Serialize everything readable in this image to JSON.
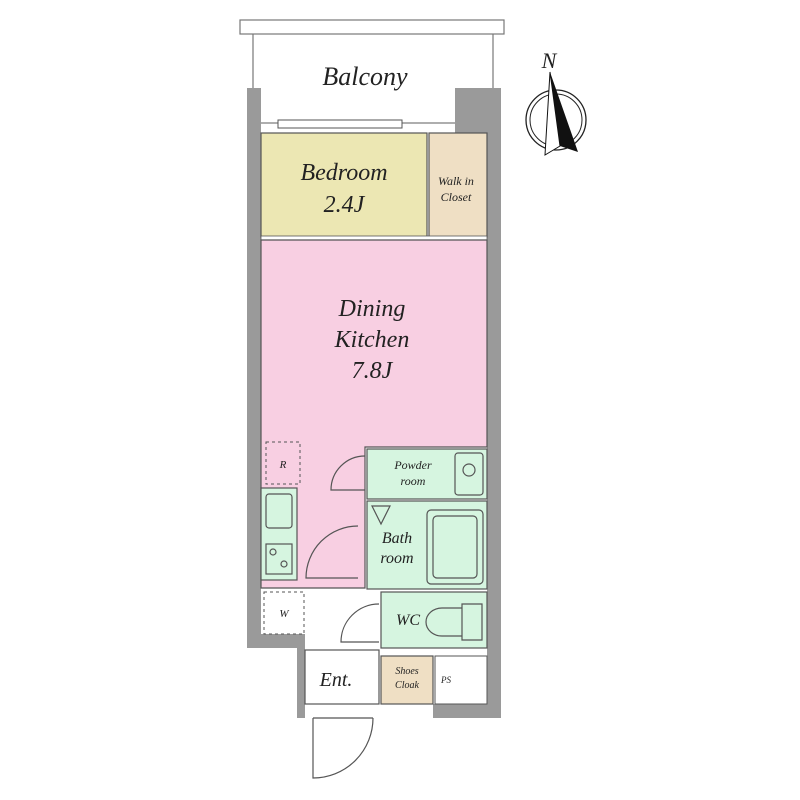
{
  "rooms": {
    "balcony": "Balcony",
    "bedroom_name": "Bedroom",
    "bedroom_size": "2.4J",
    "walkin_line1": "Walk in",
    "walkin_line2": "Closet",
    "dining_line1": "Dining",
    "dining_line2": "Kitchen",
    "dining_size": "7.8J",
    "powder_line1": "Powder",
    "powder_line2": "room",
    "bath_line1": "Bath",
    "bath_line2": "room",
    "wc": "WC",
    "entrance": "Ent.",
    "shoes_line1": "Shoes",
    "shoes_line2": "Cloak",
    "ps": "PS",
    "refrigerator": "R",
    "washer": "W"
  },
  "compass": {
    "north": "N"
  },
  "colors": {
    "bedroom": "#ece7b3",
    "walkin": "#efdfc4",
    "dining": "#f8cfe2",
    "wet_area": "#d6f5e0",
    "shoes": "#efdfc4",
    "wall": "#9a9a9a"
  }
}
